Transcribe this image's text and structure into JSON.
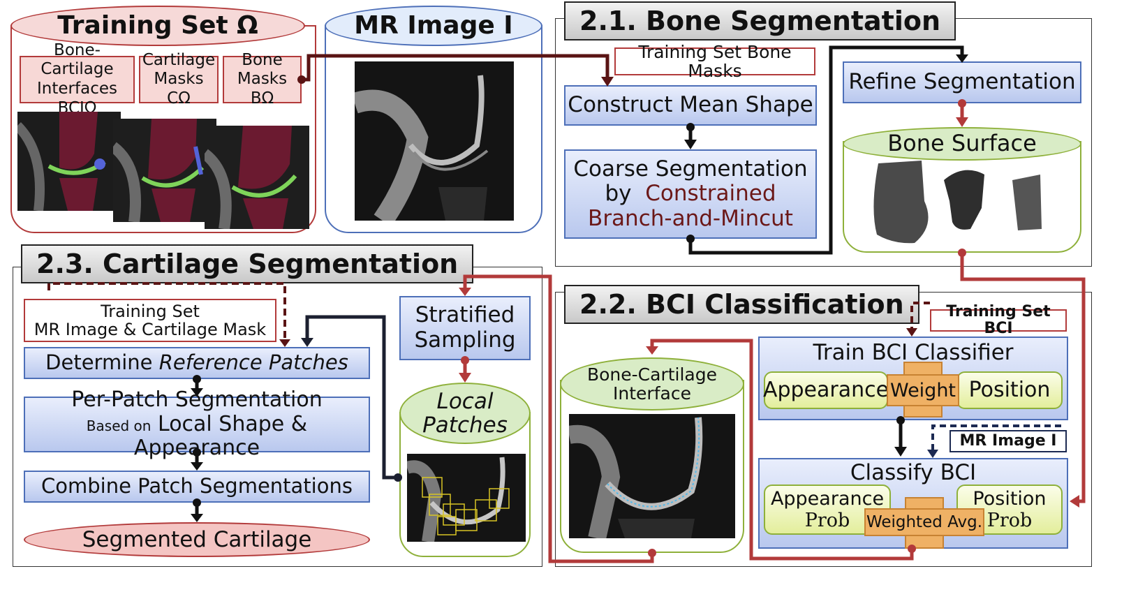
{
  "training_set": {
    "title": "Training Set Ω",
    "bci_label": "Bone-Cartilage Interfaces BCIΩ",
    "cartilage_label": "Cartilage Masks CΩ",
    "bone_label": "Bone Masks BΩ"
  },
  "mr_image": {
    "title": "MR Image I"
  },
  "bone_seg": {
    "title": "2.1. Bone Segmentation",
    "training_masks": "Training Set Bone Masks",
    "mean_shape": "Construct Mean Shape",
    "coarse_line1": "Coarse Segmentation",
    "coarse_line2_prefix": "by",
    "coarse_line2_highlight": "Constrained",
    "coarse_line3": "Branch-and-Mincut",
    "refine": "Refine Segmentation",
    "bone_surface": "Bone Surface"
  },
  "cartilage_seg": {
    "title": "2.3. Cartilage Segmentation",
    "training_line1": "Training Set",
    "training_line2": "MR Image & Cartilage Mask",
    "ref_prefix": "Determine",
    "ref_italic": "Reference Patches",
    "per_patch_line1": "Per-Patch Segmentation",
    "per_patch_small": "Based on",
    "per_patch_line2": "Local Shape & Appearance",
    "combine": "Combine Patch Segmentations",
    "segmented": "Segmented Cartilage",
    "stratified_line1": "Stratified",
    "stratified_line2": "Sampling",
    "local_line1": "Local",
    "local_line2": "Patches"
  },
  "bci": {
    "title": "2.2. BCI Classification",
    "interface_line1": "Bone-Cartilage",
    "interface_line2": "Interface",
    "training_bci": "Training Set BCI",
    "train_classifier": "Train BCI Classifier",
    "appearance": "Appearance",
    "weight": "Weight",
    "position": "Position",
    "mr_image": "MR Image I",
    "classify": "Classify BCI",
    "appearance_prob_1": "Appearance",
    "appearance_prob_2": "Prob",
    "position_prob_1": "Position",
    "position_prob_2": "Prob",
    "weighted_avg": "Weighted Avg."
  },
  "colors": {
    "arrow_red": "#b23a3a",
    "arrow_dark_red": "#5a1414",
    "arrow_black": "#111111",
    "arrow_navy": "#1c2a52",
    "box_border_blue": "#4d6fb8",
    "cylinder_green": "#8eb03a"
  }
}
